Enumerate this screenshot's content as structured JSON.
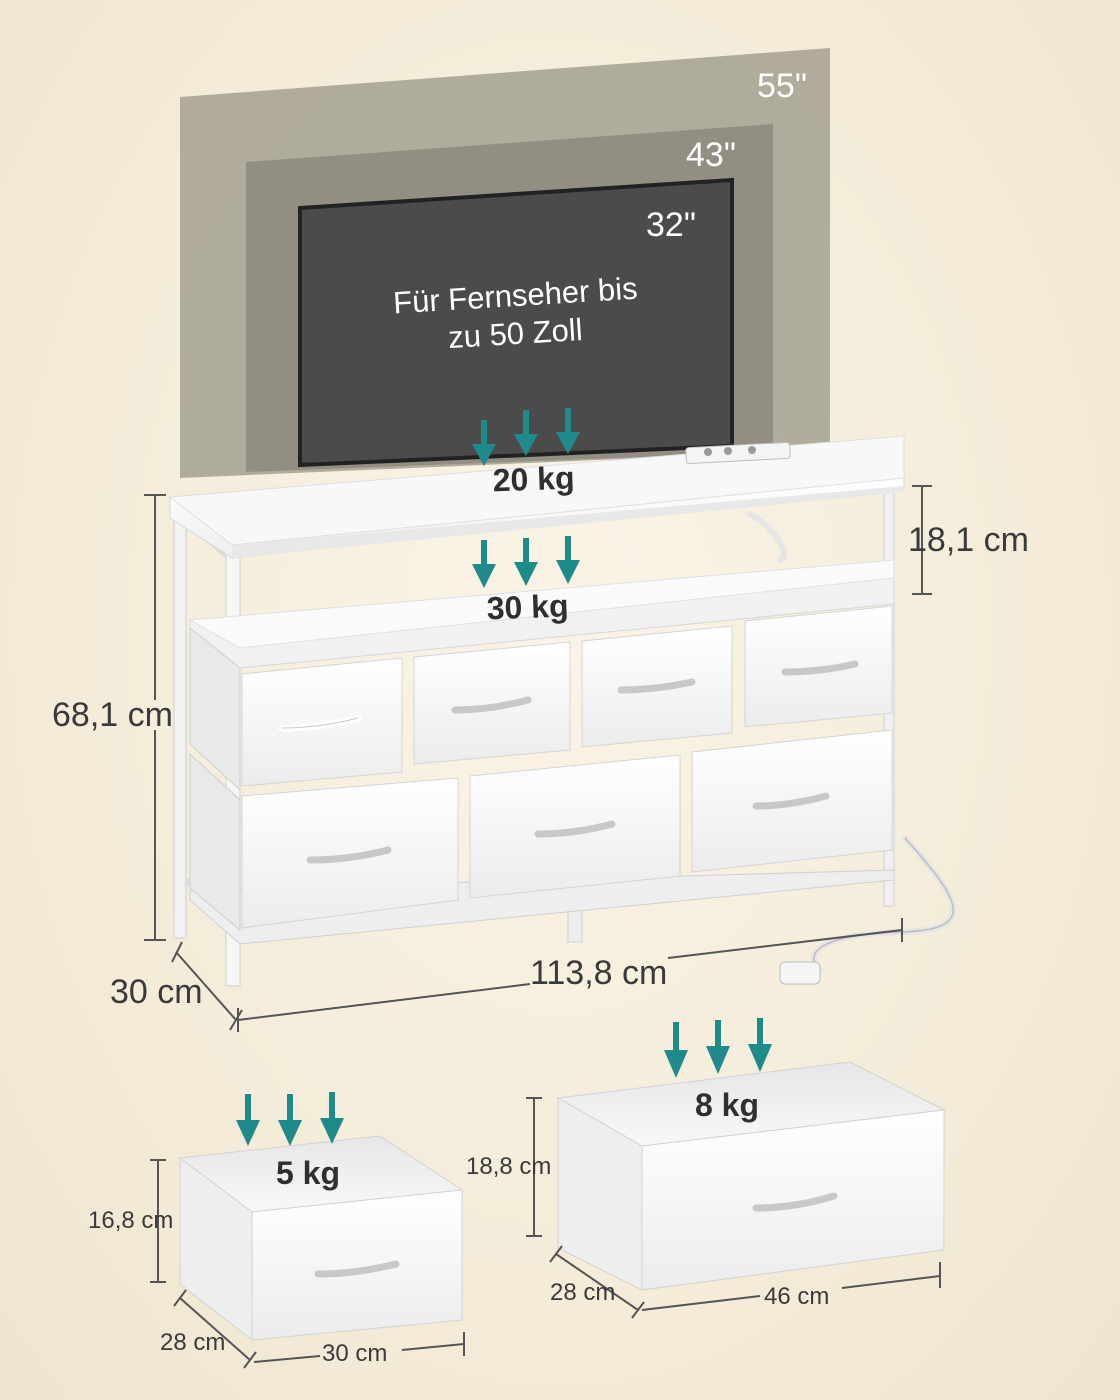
{
  "tv": {
    "size_large": "55\"",
    "size_medium": "43\"",
    "size_small": "32\"",
    "caption_line1": "Für Fernseher bis",
    "caption_line2": "zu 50 Zoll"
  },
  "loads": {
    "top": "20 kg",
    "shelf": "30 kg",
    "small_drawer": "5 kg",
    "large_drawer": "8 kg"
  },
  "dimensions": {
    "shelf_height": "18,1 cm",
    "total_height": "68,1 cm",
    "depth": "30 cm",
    "width": "113,8 cm"
  },
  "small_drawer": {
    "height": "16,8 cm",
    "depth": "28 cm",
    "width": "30 cm"
  },
  "large_drawer": {
    "height": "18,8 cm",
    "depth": "28 cm",
    "width": "46 cm"
  },
  "colors": {
    "arrow": "#1f8a8a",
    "background": "#f6efde",
    "tv_screen": "#4a4a4a",
    "tv_frame_55": "#a8a392",
    "tv_frame_43": "#8e8a7e"
  }
}
